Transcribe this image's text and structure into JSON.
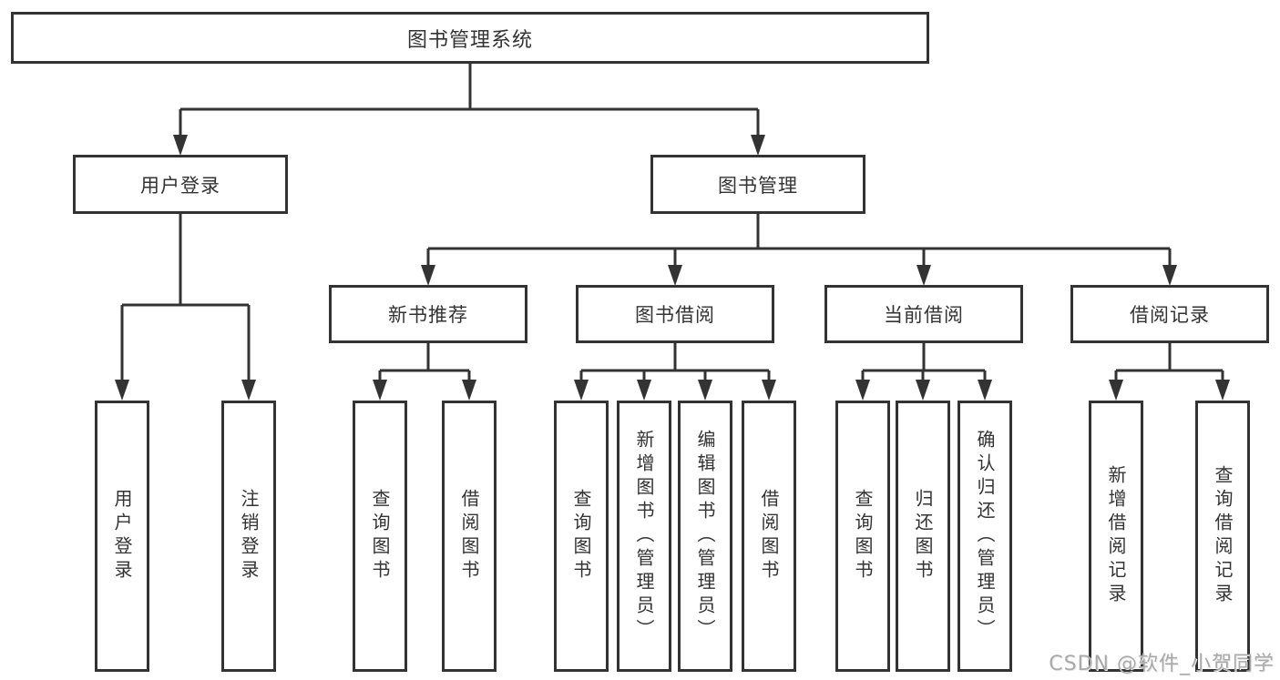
{
  "diagram": {
    "tree": {
      "label": "图书管理系统",
      "children": [
        {
          "label": "用户登录",
          "children": [
            {
              "label": "用户登录"
            },
            {
              "label": "注销登录"
            }
          ]
        },
        {
          "label": "图书管理",
          "children": [
            {
              "label": "新书推荐",
              "children": [
                {
                  "label": "查询图书"
                },
                {
                  "label": "借阅图书"
                }
              ]
            },
            {
              "label": "图书借阅",
              "children": [
                {
                  "label": "查询图书"
                },
                {
                  "label": "新增图书（管理员）"
                },
                {
                  "label": "编辑图书（管理员）"
                },
                {
                  "label": "借阅图书"
                }
              ]
            },
            {
              "label": "当前借阅",
              "children": [
                {
                  "label": "查询图书"
                },
                {
                  "label": "归还图书"
                },
                {
                  "label": "确认归还（管理员）"
                }
              ]
            },
            {
              "label": "借阅记录",
              "children": [
                {
                  "label": "新增借阅记录"
                },
                {
                  "label": "查询借阅记录"
                }
              ]
            }
          ]
        }
      ]
    },
    "watermark": "CSDN @软件_小贺同学",
    "colors": {
      "line": "#333333",
      "box_border": "#333333",
      "text": "#333333",
      "box_background": "#ffffff",
      "watermark_text": "#a9a9a9",
      "page_background": "#ffffff"
    }
  }
}
